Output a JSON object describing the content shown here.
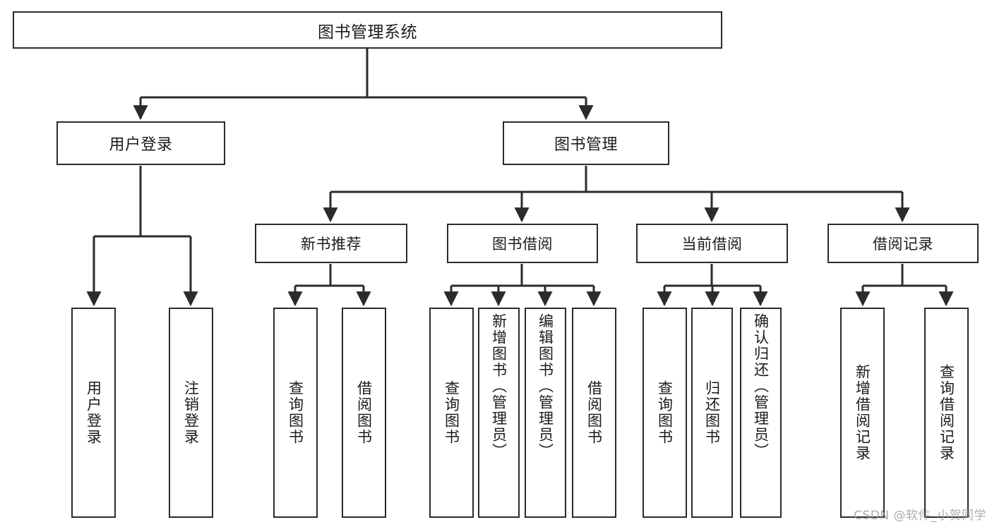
{
  "diagram": {
    "title": "图书管理系统",
    "type": "tree-hierarchy",
    "watermark": "CSDN @软件_小贺同学",
    "colors": {
      "background": "#ffffff",
      "node_fill": "#ffffff",
      "node_border": "#2b2b2b",
      "edge": "#2b2b2b",
      "text": "#1b1b1b",
      "watermark": "#9d9d9d"
    },
    "nodes": {
      "root": {
        "label": "图书管理系统"
      },
      "level1": [
        {
          "id": "user-login",
          "label": "用户登录"
        },
        {
          "id": "book-management",
          "label": "图书管理"
        }
      ],
      "level2": [
        {
          "id": "new-book-recommend",
          "label": "新书推荐"
        },
        {
          "id": "book-borrow",
          "label": "图书借阅"
        },
        {
          "id": "current-borrow",
          "label": "当前借阅"
        },
        {
          "id": "borrow-record",
          "label": "借阅记录"
        }
      ],
      "leaves": [
        {
          "id": "leaf-user-login",
          "label": "用户登录",
          "parent": "user-login"
        },
        {
          "id": "leaf-logout-login",
          "label": "注销登录",
          "parent": "user-login"
        },
        {
          "id": "leaf-query-book-1",
          "label": "查询图书",
          "parent": "new-book-recommend"
        },
        {
          "id": "leaf-borrow-book-1",
          "label": "借阅图书",
          "parent": "new-book-recommend"
        },
        {
          "id": "leaf-query-book-2",
          "label": "查询图书",
          "parent": "book-borrow"
        },
        {
          "id": "leaf-add-book",
          "label": "新增图书（管理员）",
          "parent": "book-borrow"
        },
        {
          "id": "leaf-edit-book",
          "label": "编辑图书（管理员）",
          "parent": "book-borrow"
        },
        {
          "id": "leaf-borrow-book-2",
          "label": "借阅图书",
          "parent": "book-borrow"
        },
        {
          "id": "leaf-query-book-3",
          "label": "查询图书",
          "parent": "current-borrow"
        },
        {
          "id": "leaf-return-book",
          "label": "归还图书",
          "parent": "current-borrow"
        },
        {
          "id": "leaf-confirm-return",
          "label": "确认归还（管理员）",
          "parent": "current-borrow"
        },
        {
          "id": "leaf-add-record",
          "label": "新增借阅记录",
          "parent": "borrow-record"
        },
        {
          "id": "leaf-query-record",
          "label": "查询借阅记录",
          "parent": "borrow-record"
        }
      ]
    }
  }
}
